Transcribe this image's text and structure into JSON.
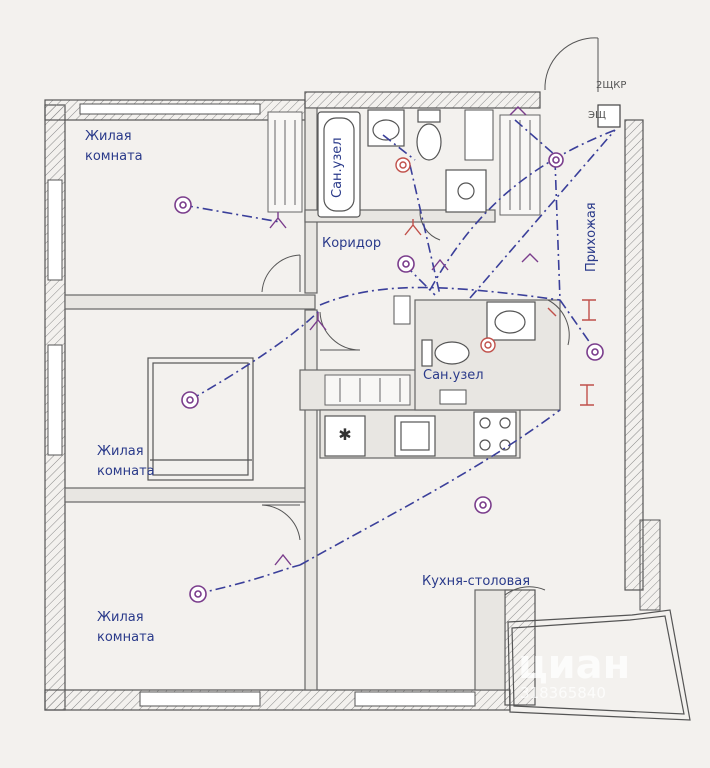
{
  "rooms": [
    {
      "id": "room1",
      "line1": "Жилая",
      "line2": "комната"
    },
    {
      "id": "room2",
      "line1": "Жилая",
      "line2": "комната"
    },
    {
      "id": "room3",
      "line1": "Жилая",
      "line2": "комната"
    }
  ],
  "labels": {
    "bath1": "Сан.узел",
    "bath2": "Сан.узел",
    "corridor": "Коридор",
    "hall": "Прихожая",
    "kitchen": "Кухня-столовая",
    "panel_line1": "2ЩКР",
    "panel_line2": "ЭЩ"
  },
  "watermark": {
    "brand": "циан",
    "id": "318365840"
  },
  "colors": {
    "ink": "#2a3a8a",
    "wiring": "#3a3f9a",
    "switch_red": "#c0504a",
    "lamp": "#7a3d8c",
    "wall": "#6b6b6b"
  }
}
